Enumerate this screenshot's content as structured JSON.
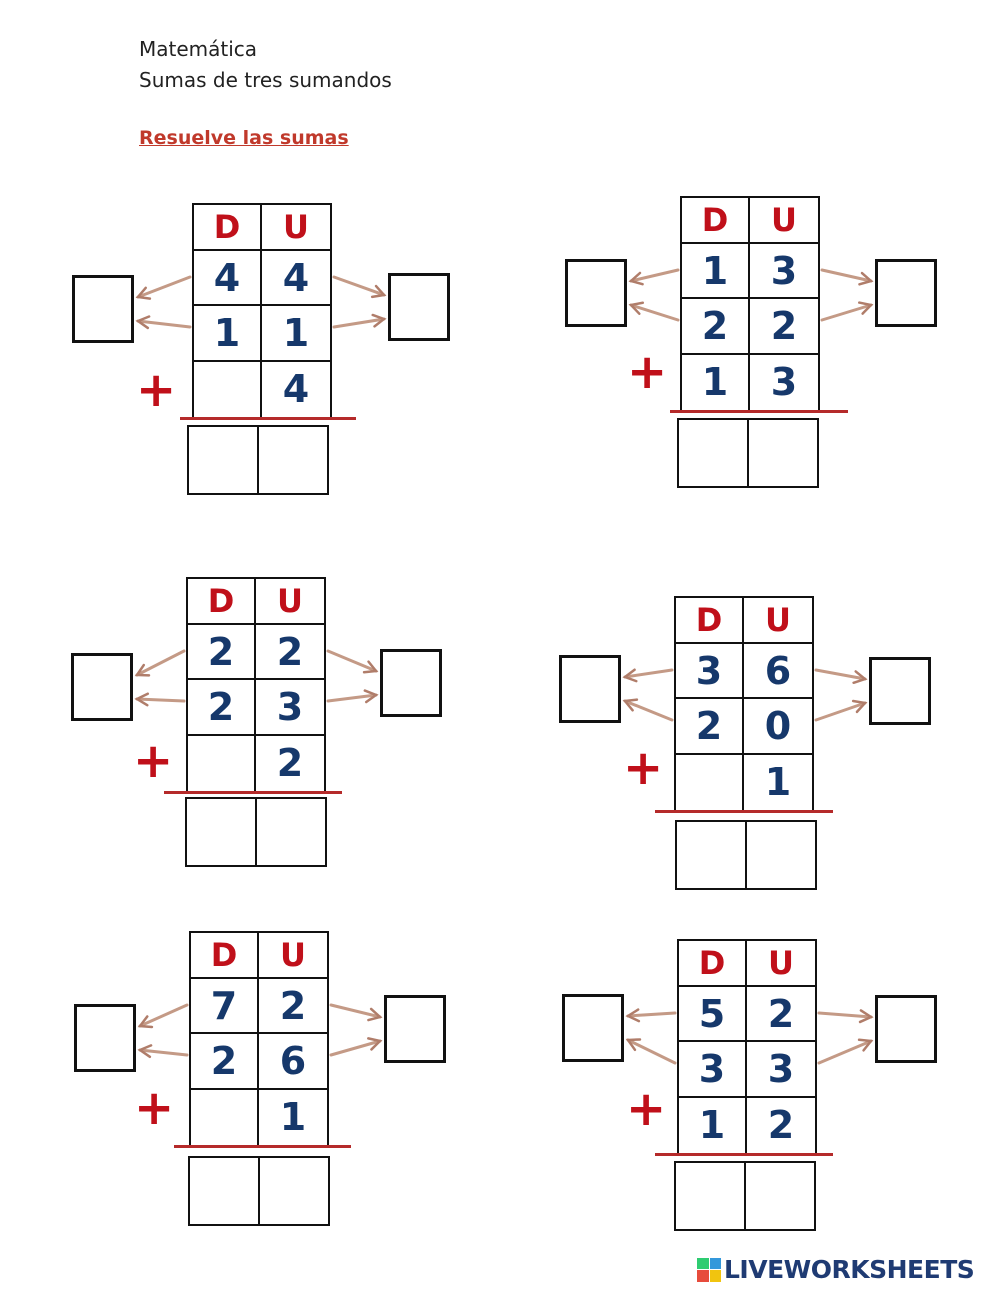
{
  "header": {
    "subject": "Matemática",
    "topic": "Sumas de tres sumandos",
    "instruction": "Resuelve las sumas"
  },
  "column_headers": {
    "tens": "D",
    "units": "U"
  },
  "plus_sign": "+",
  "problems": [
    {
      "rows": [
        [
          "4",
          "4"
        ],
        [
          "1",
          "1"
        ],
        [
          "",
          "4"
        ]
      ]
    },
    {
      "rows": [
        [
          "1",
          "3"
        ],
        [
          "2",
          "2"
        ],
        [
          "1",
          "3"
        ]
      ]
    },
    {
      "rows": [
        [
          "2",
          "2"
        ],
        [
          "2",
          "3"
        ],
        [
          "",
          "2"
        ]
      ]
    },
    {
      "rows": [
        [
          "3",
          "6"
        ],
        [
          "2",
          "0"
        ],
        [
          "",
          "1"
        ]
      ]
    },
    {
      "rows": [
        [
          "7",
          "2"
        ],
        [
          "2",
          "6"
        ],
        [
          "",
          "1"
        ]
      ]
    },
    {
      "rows": [
        [
          "5",
          "2"
        ],
        [
          "3",
          "3"
        ],
        [
          "1",
          "2"
        ]
      ]
    }
  ],
  "footer": {
    "logo_text": "LIVEWORKSHEETS",
    "logo_colors": [
      "#2ecc71",
      "#3498db",
      "#e74c3c",
      "#f1c40f"
    ]
  }
}
